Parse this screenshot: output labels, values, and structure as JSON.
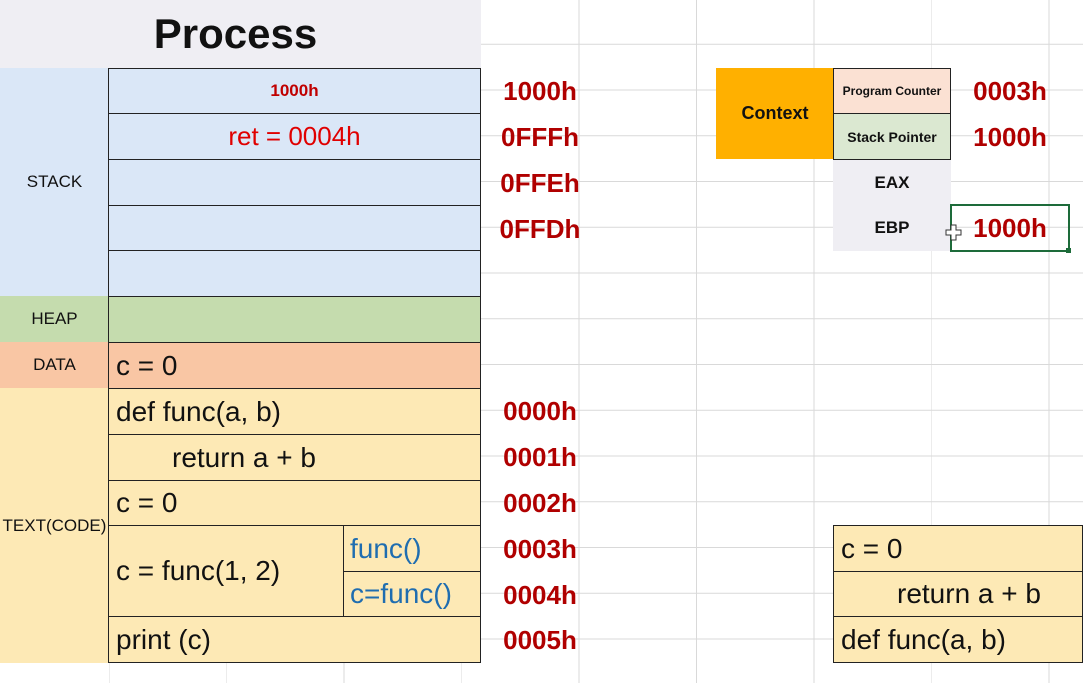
{
  "title": "Process",
  "segments": {
    "stack": "STACK",
    "heap": "HEAP",
    "data": "DATA",
    "text": "TEXT(CODE)"
  },
  "stack_cells": [
    "1000h",
    "ret = 0004h",
    "",
    "",
    ""
  ],
  "stack_addresses": [
    "1000h",
    "0FFFh",
    "0FFEh",
    "0FFDh"
  ],
  "data_cell": "c = 0",
  "code_lines": [
    {
      "code": "def func(a, b)",
      "addr": "0000h"
    },
    {
      "code": "return a + b",
      "addr": "0001h"
    },
    {
      "code": "c = 0",
      "addr": "0002h"
    },
    {
      "code": "c = func(1, 2)",
      "sub": [
        "func()",
        "c=func()"
      ],
      "addr": [
        "0003h",
        "0004h"
      ]
    },
    {
      "code": "print (c)",
      "addr": "0005h"
    }
  ],
  "context": {
    "label": "Context",
    "registers": [
      {
        "name": "Program Counter",
        "value": "0003h"
      },
      {
        "name": "Stack Pointer",
        "value": "1000h"
      },
      {
        "name": "EAX",
        "value": ""
      },
      {
        "name": "EBP",
        "value": "1000h"
      }
    ]
  },
  "call_stack_view": [
    "c = 0",
    "return a + b",
    "def func(a, b)"
  ],
  "colors": {
    "stack": "#dae7f7",
    "heap": "#c5dcae",
    "data": "#f9c6a4",
    "text": "#fde9b5",
    "context": "#ffb000",
    "address_red": "#b00000",
    "code_blue": "#1f6db0"
  }
}
